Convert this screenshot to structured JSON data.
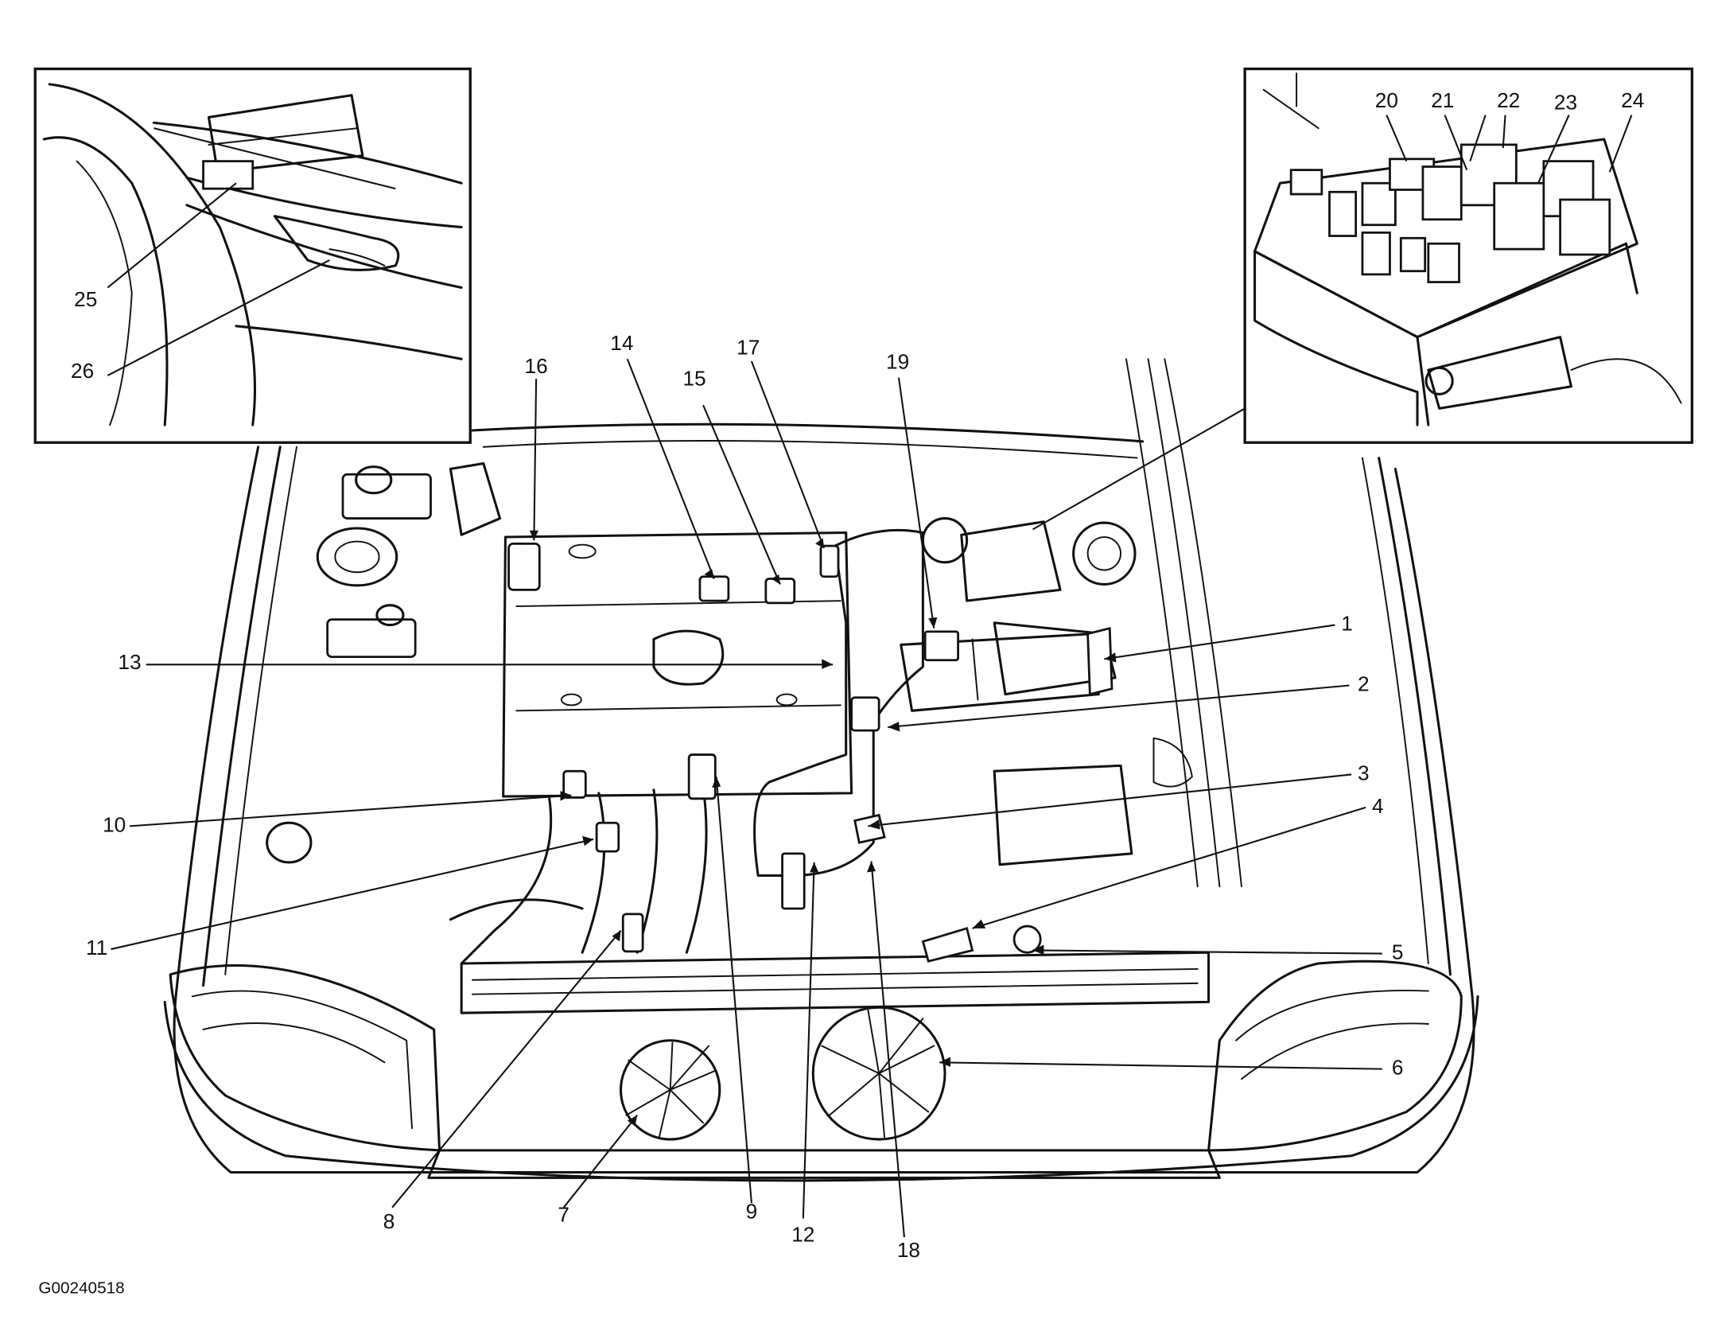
{
  "callouts": {
    "c1": "1",
    "c2": "2",
    "c3": "3",
    "c4": "4",
    "c5": "5",
    "c6": "6",
    "c7": "7",
    "c8": "8",
    "c9": "9",
    "c10": "10",
    "c11": "11",
    "c12": "12",
    "c13": "13",
    "c14": "14",
    "c15": "15",
    "c16": "16",
    "c17": "17",
    "c18": "18",
    "c19": "19",
    "c20": "20",
    "c21": "21",
    "c22": "22",
    "c23": "23",
    "c24": "24",
    "c25": "25",
    "c26": "26"
  },
  "figure_code": "G00240518"
}
